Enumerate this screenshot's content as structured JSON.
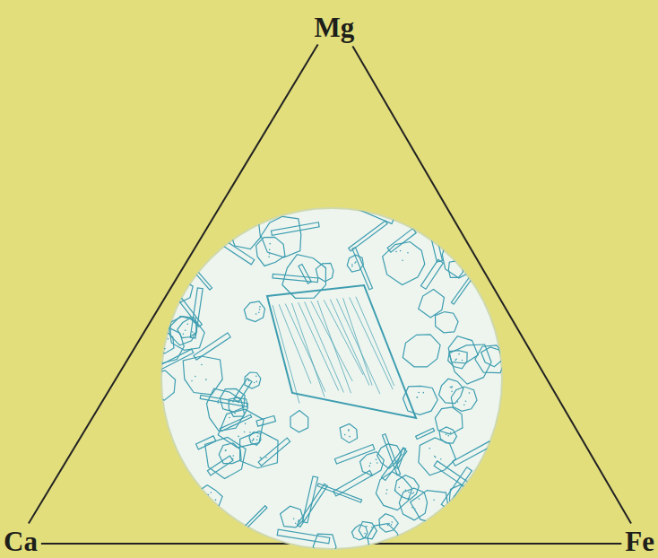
{
  "diagram": {
    "labels": [
      "Mg",
      "Ca",
      "Fe"
    ]
  }
}
